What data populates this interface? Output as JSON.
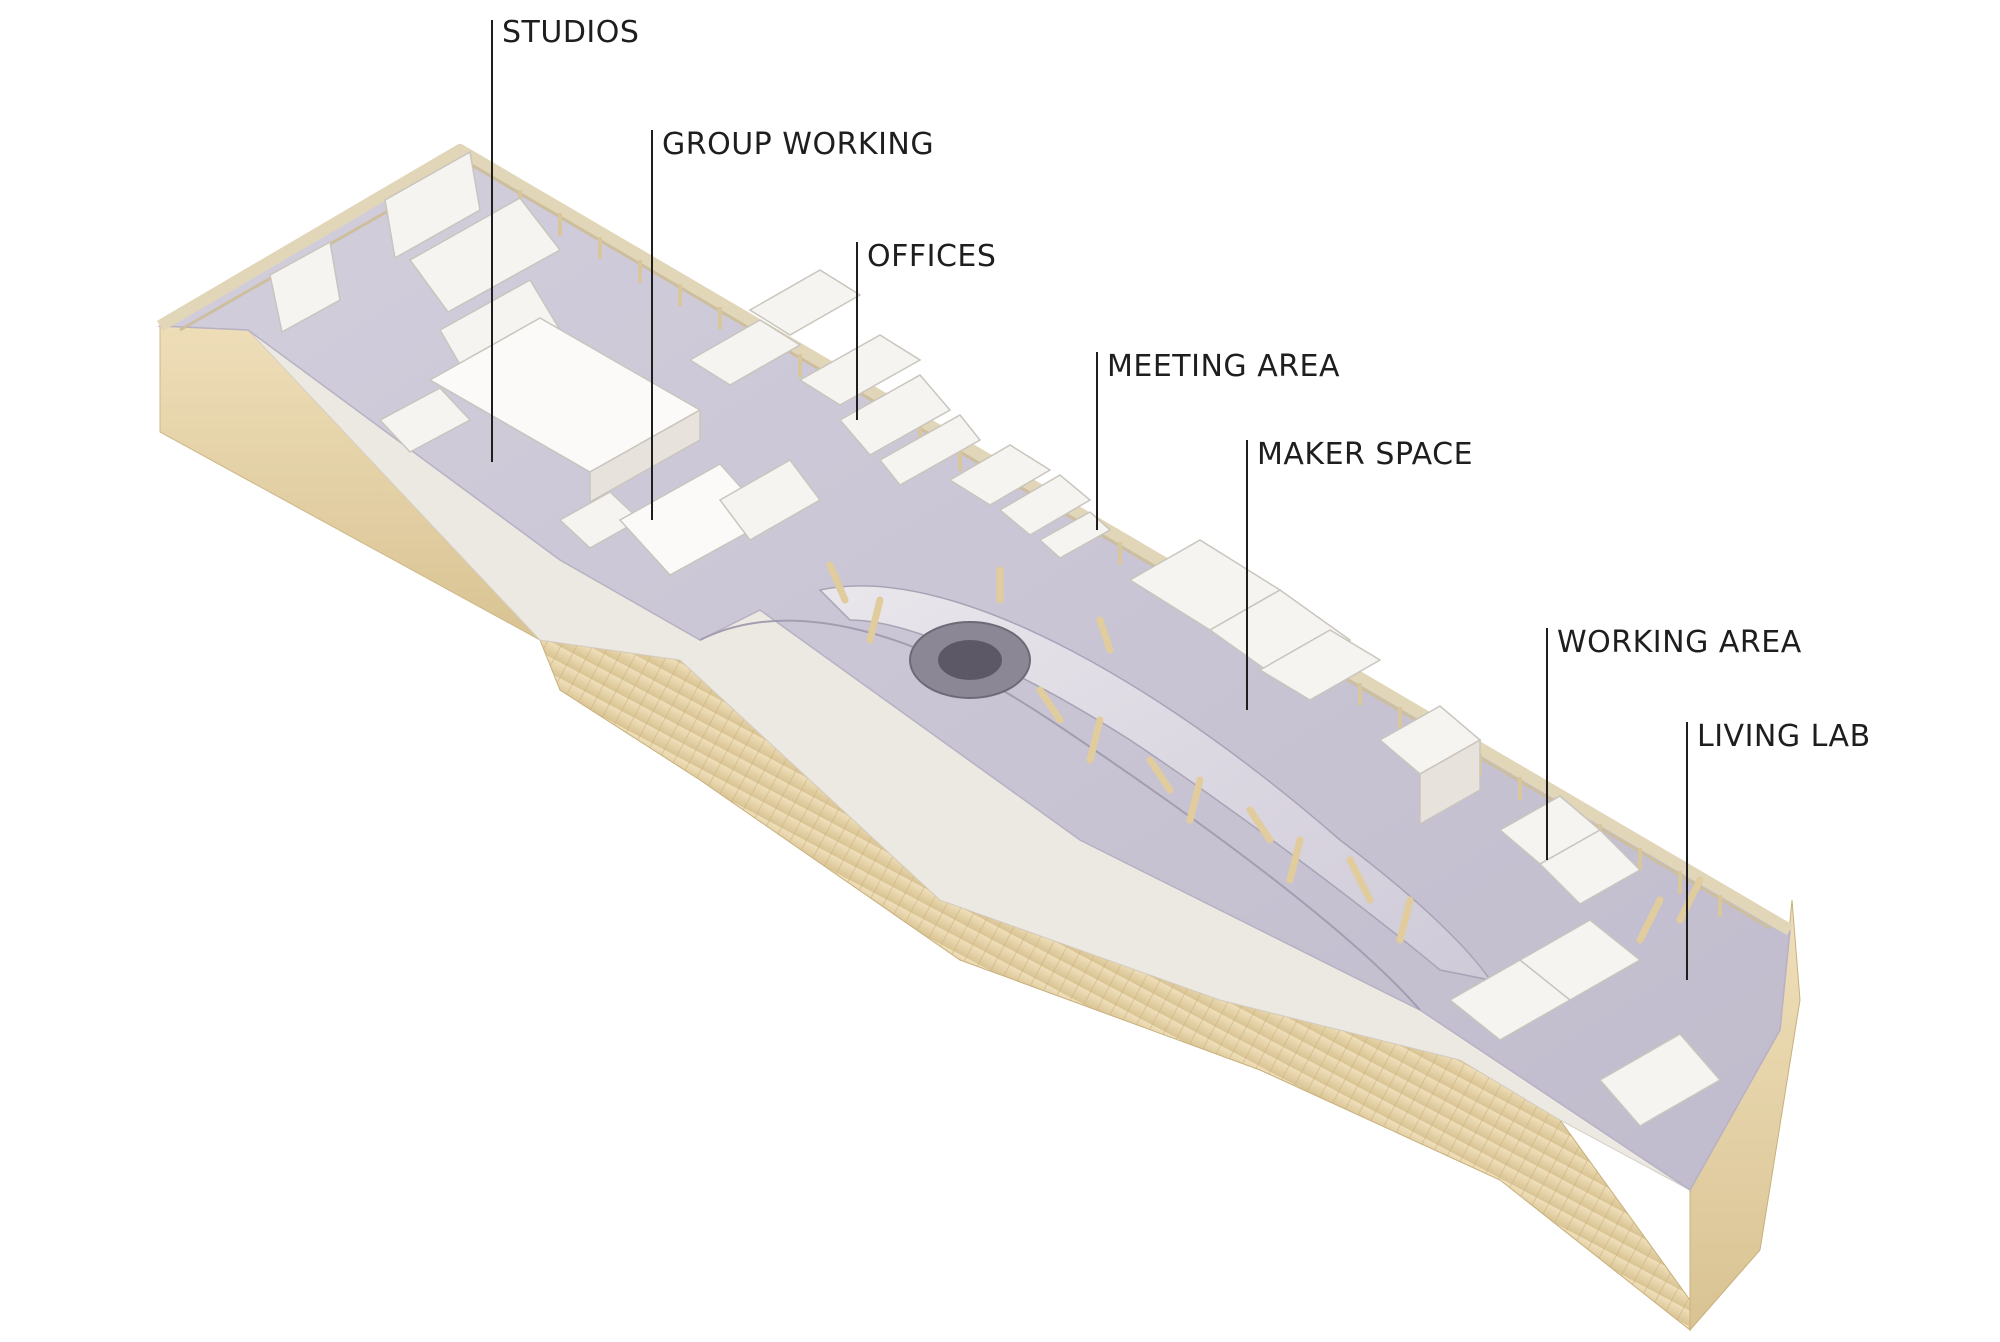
{
  "diagram": {
    "labels": [
      {
        "id": "studios",
        "text": "STUDIOS"
      },
      {
        "id": "group-working",
        "text": "GROUP WORKING"
      },
      {
        "id": "offices",
        "text": "OFFICES"
      },
      {
        "id": "meeting-area",
        "text": "MEETING AREA"
      },
      {
        "id": "maker-space",
        "text": "MAKER SPACE"
      },
      {
        "id": "working-area",
        "text": "WORKING AREA"
      },
      {
        "id": "living-lab",
        "text": "LIVING LAB"
      }
    ]
  },
  "colors": {
    "floor": "#c9c4d4",
    "walls": "#f4f2ee",
    "timber": "#e8d4a8",
    "timber_dark": "#d6bf8c",
    "parapet": "#ebe3cf",
    "ramp": "#ddd9e2",
    "leader": "#1e1e1e"
  }
}
